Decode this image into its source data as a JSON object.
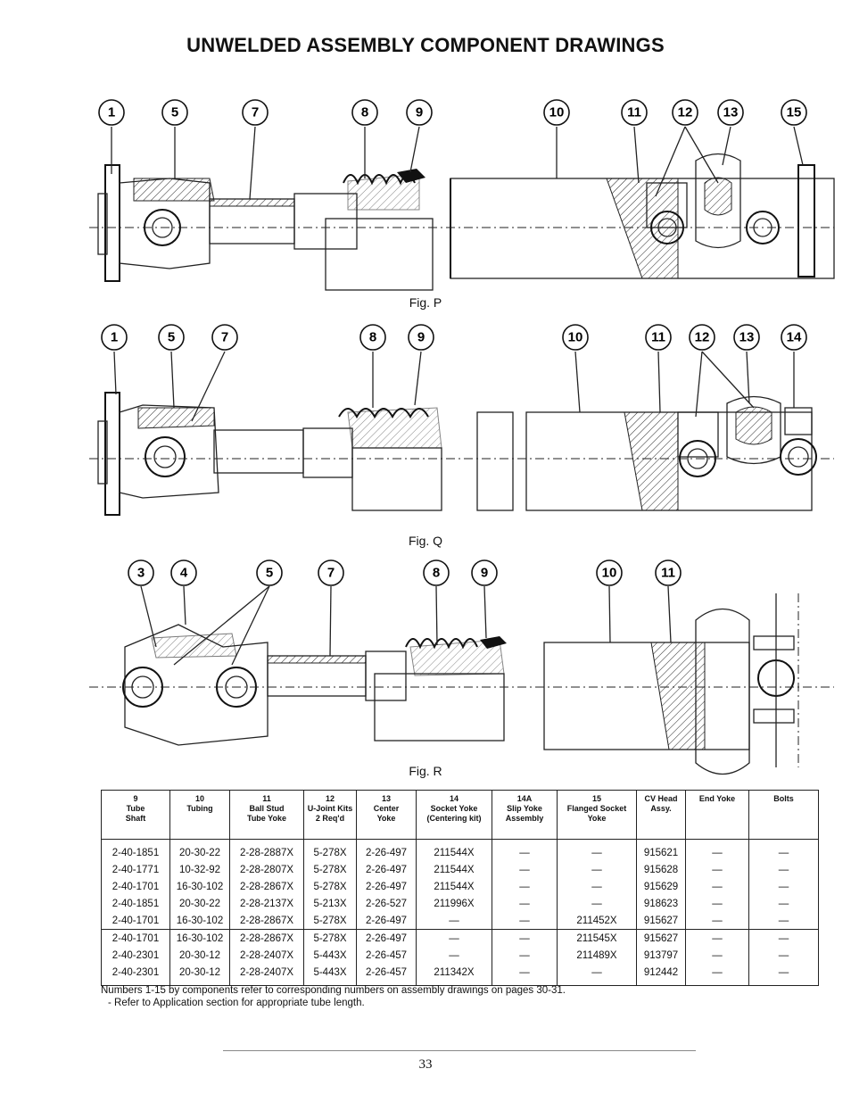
{
  "title": "UNWELDED ASSEMBLY COMPONENT DRAWINGS",
  "figures": [
    {
      "caption": "Fig. P",
      "callouts": [
        "1",
        "5",
        "7",
        "8",
        "9",
        "10",
        "11",
        "12",
        "13",
        "15"
      ]
    },
    {
      "caption": "Fig. Q",
      "callouts": [
        "1",
        "5",
        "7",
        "8",
        "9",
        "10",
        "11",
        "12",
        "13",
        "14"
      ]
    },
    {
      "caption": "Fig. R",
      "callouts": [
        "3",
        "4",
        "5",
        "7",
        "8",
        "9",
        "10",
        "11"
      ]
    }
  ],
  "table": {
    "headers": [
      "9\nTube\nShaft",
      "10\nTubing",
      "11\nBall Stud\nTube Yoke",
      "12\nU-Joint Kits\n2 Req'd",
      "13\nCenter\nYoke",
      "14\nSocket Yoke\n(Centering kit)",
      "14A\nSlip Yoke\nAssembly",
      "15\nFlanged Socket\nYoke",
      "CV Head\nAssy.",
      "End Yoke",
      "Bolts"
    ],
    "group1": [
      [
        "2-40-1851",
        "20-30-22",
        "2-28-2887X",
        "5-278X",
        "2-26-497",
        "211544X",
        "—",
        "—",
        "915621",
        "—",
        "—"
      ],
      [
        "2-40-1771",
        "10-32-92",
        "2-28-2807X",
        "5-278X",
        "2-26-497",
        "211544X",
        "—",
        "—",
        "915628",
        "—",
        "—"
      ],
      [
        "2-40-1701",
        "16-30-102",
        "2-28-2867X",
        "5-278X",
        "2-26-497",
        "211544X",
        "—",
        "—",
        "915629",
        "—",
        "—"
      ],
      [
        "2-40-1851",
        "20-30-22",
        "2-28-2137X",
        "5-213X",
        "2-26-527",
        "211996X",
        "—",
        "—",
        "918623",
        "—",
        "—"
      ],
      [
        "2-40-1701",
        "16-30-102",
        "2-28-2867X",
        "5-278X",
        "2-26-497",
        "—",
        "—",
        "211452X",
        "915627",
        "—",
        "—"
      ]
    ],
    "group2": [
      [
        "2-40-1701",
        "16-30-102",
        "2-28-2867X",
        "5-278X",
        "2-26-497",
        "—",
        "—",
        "211545X",
        "915627",
        "—",
        "—"
      ],
      [
        "2-40-2301",
        "20-30-12",
        "2-28-2407X",
        "5-443X",
        "2-26-457",
        "—",
        "—",
        "211489X",
        "913797",
        "—",
        "—"
      ],
      [
        "2-40-2301",
        "20-30-12",
        "2-28-2407X",
        "5-443X",
        "2-26-457",
        "211342X",
        "—",
        "—",
        "912442",
        "—",
        "—"
      ]
    ]
  },
  "notes": {
    "line1": "Numbers 1-15 by components refer to corresponding numbers on assembly drawings on pages 30-31.",
    "line2": "- Refer to Application section for appropriate tube length."
  },
  "page_number": "33"
}
